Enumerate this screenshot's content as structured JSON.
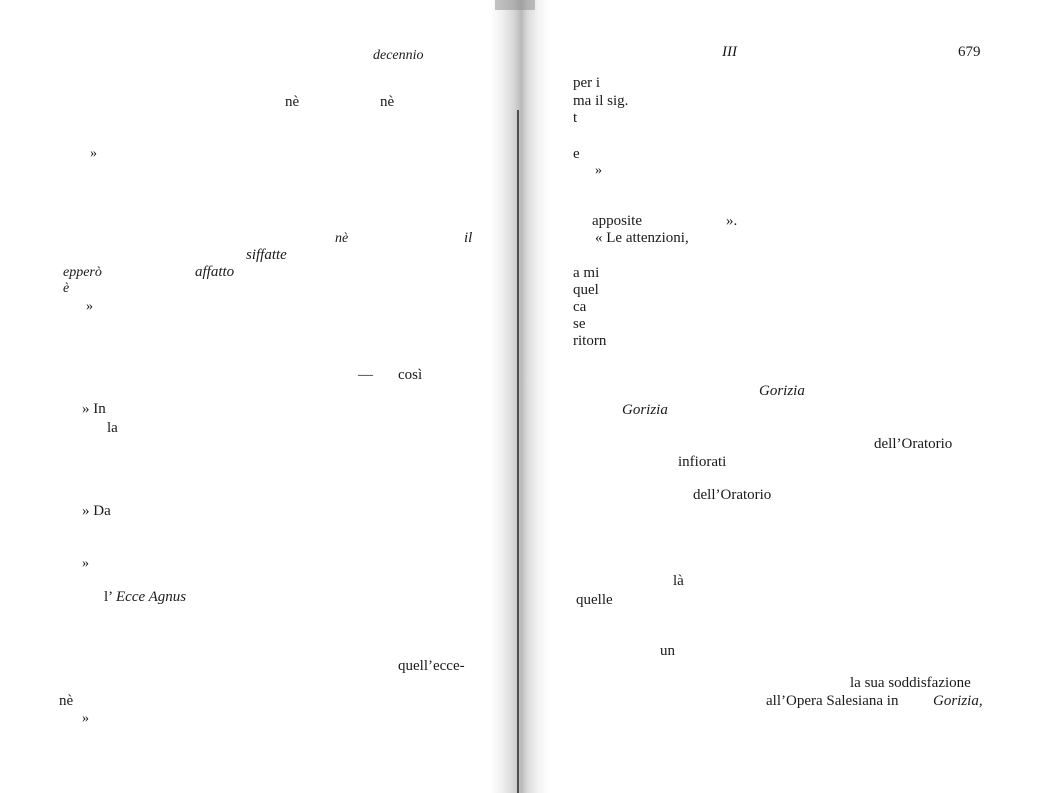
{
  "left": {
    "lines": [
      {
        "text": "decennio",
        "italic": true
      },
      {
        "text": "nè"
      },
      {
        "text": "nè"
      },
      {
        "text": "»"
      },
      {
        "text": "nè",
        "italic": true
      },
      {
        "text": "il",
        "italic": true
      },
      {
        "text": "siffatte",
        "italic": true
      },
      {
        "text": "epperò",
        "italic": true
      },
      {
        "text": "affatto",
        "italic": true
      },
      {
        "text": "è",
        "italic": true
      },
      {
        "text": "»"
      },
      {
        "text": "—"
      },
      {
        "text": "così"
      },
      {
        "text": "» In"
      },
      {
        "text": "la"
      },
      {
        "text": "» Da"
      },
      {
        "text": "»"
      },
      {
        "text": "l’"
      },
      {
        "text": "Ecce Agnus",
        "italic": true
      },
      {
        "text": "quell’ecce-"
      },
      {
        "text": "nè"
      },
      {
        "text": "»"
      }
    ]
  },
  "right": {
    "header": {
      "chapter": "III",
      "page_number": "679"
    },
    "lines": [
      {
        "text": "per i"
      },
      {
        "text": "ma il sig."
      },
      {
        "text": "t"
      },
      {
        "text": "e"
      },
      {
        "text": "»"
      },
      {
        "text": "apposite"
      },
      {
        "text": "»."
      },
      {
        "text": "« Le attenzioni,"
      },
      {
        "text": "a mi"
      },
      {
        "text": "quel"
      },
      {
        "text": "ca"
      },
      {
        "text": "se"
      },
      {
        "text": "ritorn"
      },
      {
        "text": "Gorizia",
        "italic": true
      },
      {
        "text": "Gorizia",
        "italic": true
      },
      {
        "text": "dell’Oratorio"
      },
      {
        "text": "infiorati"
      },
      {
        "text": "dell’Oratorio"
      },
      {
        "text": "là"
      },
      {
        "text": "quelle"
      },
      {
        "text": "un"
      },
      {
        "text": "la sua soddisfazione"
      },
      {
        "text": "all’Opera Salesiana in"
      },
      {
        "text": "Gorizia,",
        "italic": true
      }
    ]
  }
}
